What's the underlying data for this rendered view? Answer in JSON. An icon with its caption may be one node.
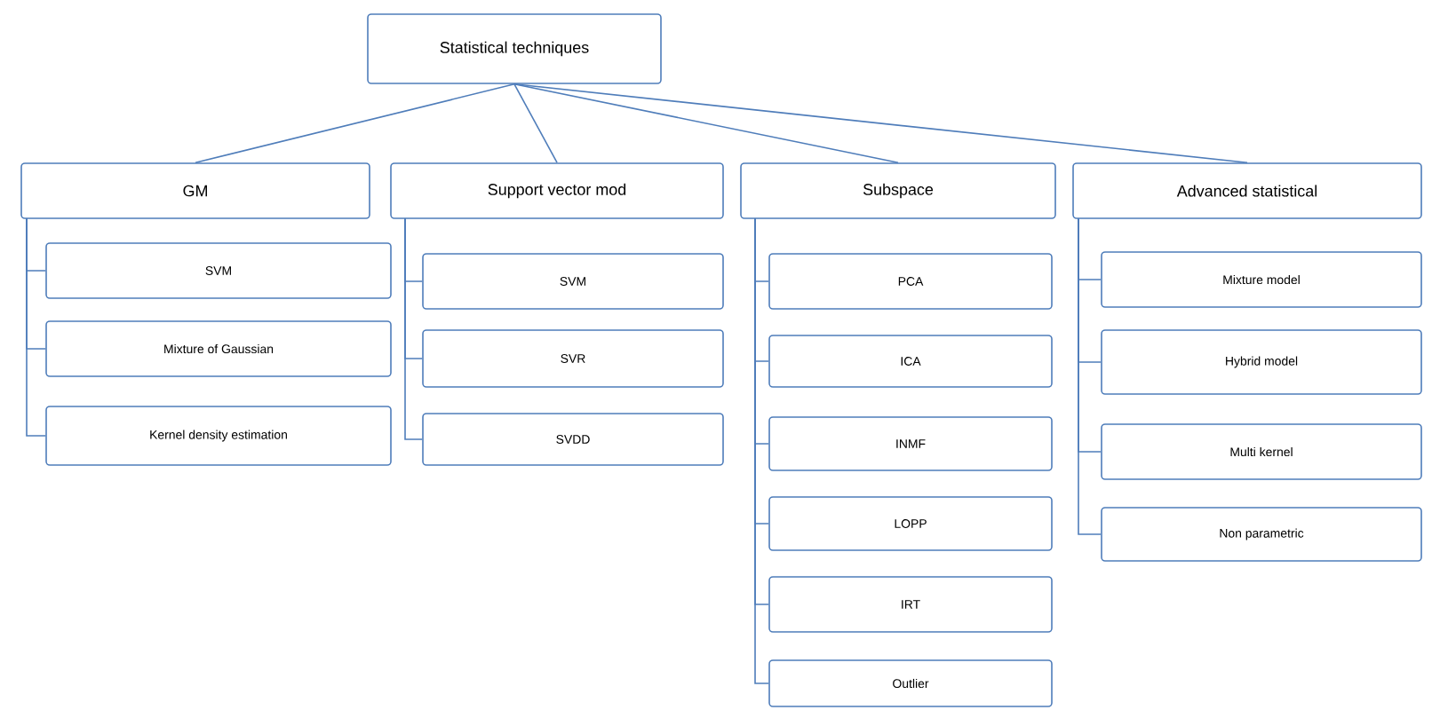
{
  "diagram": {
    "nodes": [
      {
        "text": [
          "Statistical techniques"
        ]
      },
      {
        "text": [
          "GM"
        ]
      },
      {
        "text": [
          "Support vector mod"
        ]
      },
      {
        "text": [
          "Subspace"
        ]
      },
      {
        "text": [
          "Advanced statistical"
        ]
      },
      {
        "text": [
          "SVM"
        ]
      },
      {
        "text": [
          "Mixture of Gaussian"
        ]
      },
      {
        "text": [
          "Kernel density estimation"
        ]
      },
      {
        "text": [
          "SVM"
        ]
      },
      {
        "text": [
          "SVR"
        ]
      },
      {
        "text": [
          "SVDD"
        ]
      },
      {
        "text": [
          "PCA"
        ]
      },
      {
        "text": [
          "ICA"
        ]
      },
      {
        "text": [
          "INMF"
        ]
      },
      {
        "text": [
          "LOPP"
        ]
      },
      {
        "text": [
          "IRT"
        ]
      },
      {
        "text": [
          "Outlier"
        ]
      },
      {
        "text": [
          "Mixture model"
        ]
      },
      {
        "text": [
          "Hybrid model"
        ]
      },
      {
        "text": [
          "Multi kernel"
        ]
      },
      {
        "text": [
          "Non parametric"
        ]
      }
    ],
    "edges": [
      {
        "from": 0,
        "to": 1,
        "arrow": "none"
      },
      {
        "from": 0,
        "to": 2,
        "arrow": "none"
      },
      {
        "from": 0,
        "to": 3,
        "arrow": "none"
      },
      {
        "from": 0,
        "to": 4,
        "arrow": "none"
      },
      {
        "from": 1,
        "to": 5,
        "arrow": "none"
      },
      {
        "from": 1,
        "to": 6,
        "arrow": "none"
      },
      {
        "from": 1,
        "to": 7,
        "arrow": "none"
      },
      {
        "from": 2,
        "to": 8,
        "arrow": "none"
      },
      {
        "from": 2,
        "to": 9,
        "arrow": "none"
      },
      {
        "from": 2,
        "to": 10,
        "arrow": "none"
      },
      {
        "from": 3,
        "to": 11,
        "arrow": "none"
      },
      {
        "from": 3,
        "to": 12,
        "arrow": "none"
      },
      {
        "from": 3,
        "to": 13,
        "arrow": "none"
      },
      {
        "from": 3,
        "to": 14,
        "arrow": "none"
      },
      {
        "from": 3,
        "to": 15,
        "arrow": "none"
      },
      {
        "from": 3,
        "to": 16,
        "arrow": "none"
      },
      {
        "from": 4,
        "to": 17,
        "arrow": "none"
      },
      {
        "from": 4,
        "to": 18,
        "arrow": "none"
      },
      {
        "from": 4,
        "to": 19,
        "arrow": "none"
      },
      {
        "from": 4,
        "to": 20,
        "arrow": "none"
      }
    ]
  }
}
